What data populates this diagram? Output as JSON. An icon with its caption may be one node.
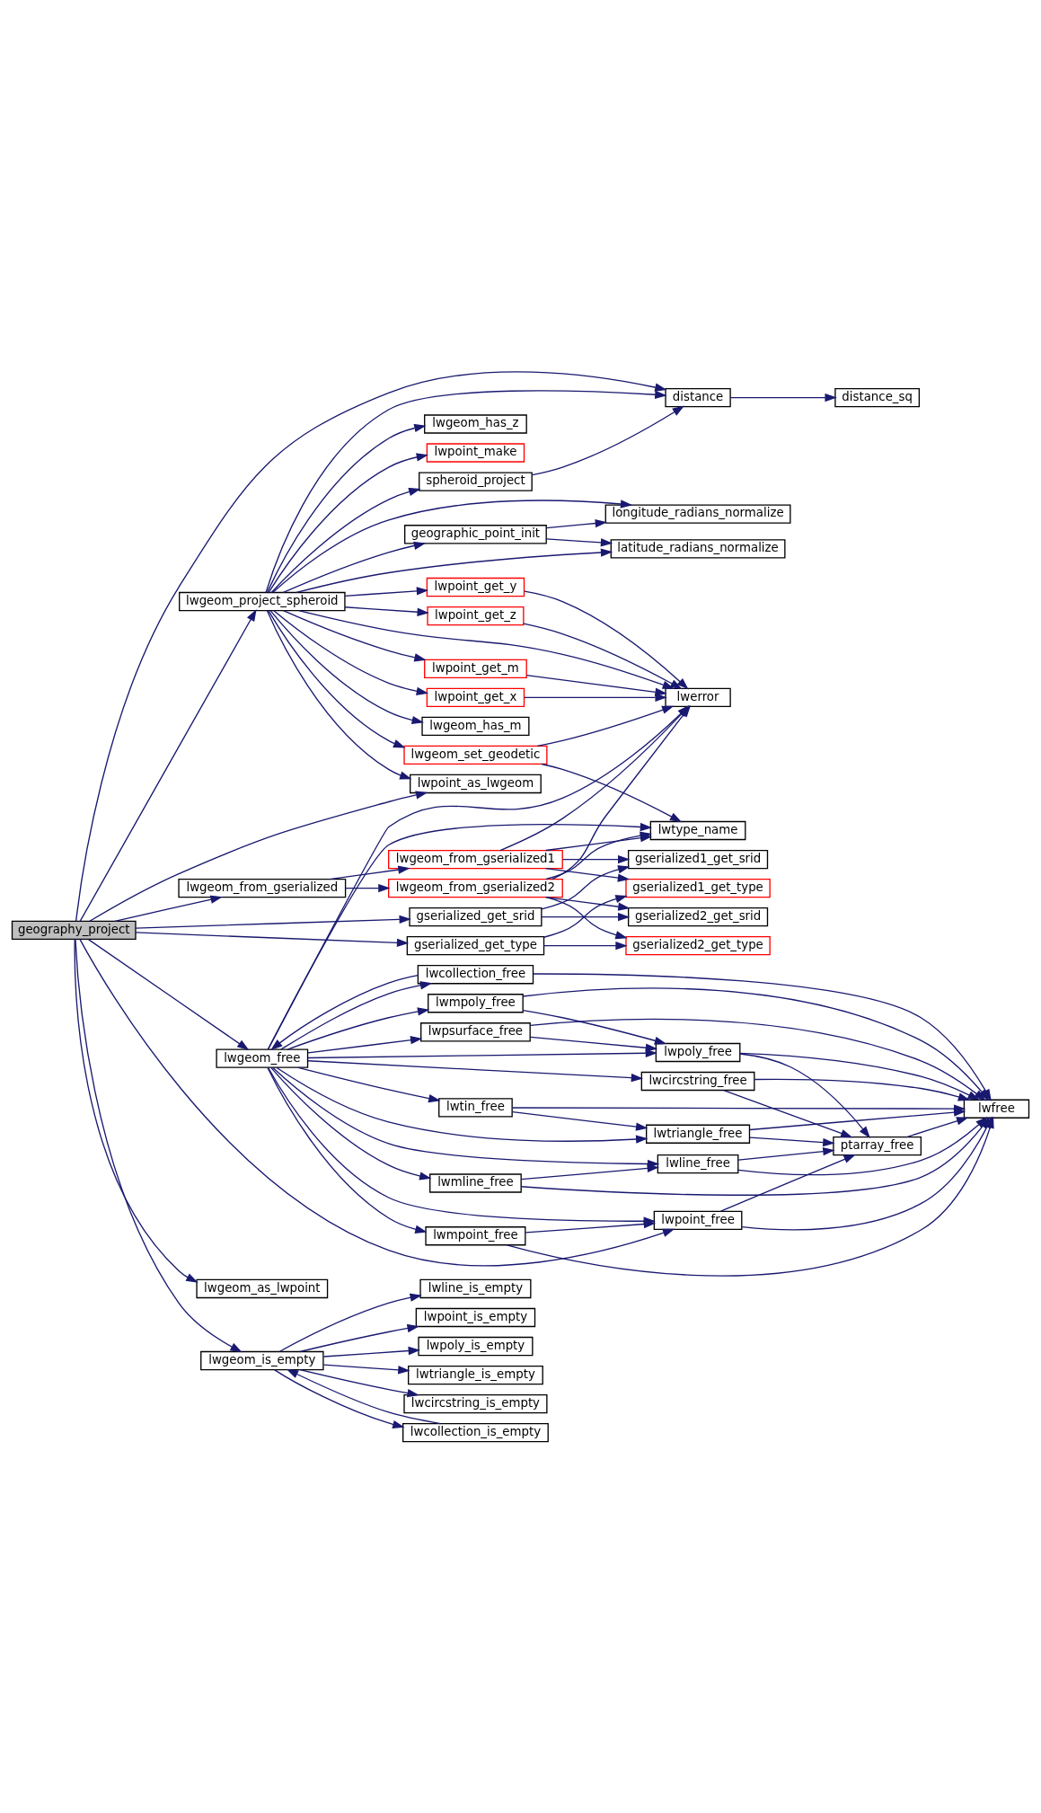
{
  "diagram": {
    "nodes": [
      {
        "text": [
          "geography_project"
        ]
      },
      {
        "text": [
          "lwgeom_project_spheroid"
        ]
      },
      {
        "text": [
          "lwgeom_from_gserialized"
        ]
      },
      {
        "text": [
          "lwgeom_free"
        ]
      },
      {
        "text": [
          "lwgeom_as_lwpoint"
        ]
      },
      {
        "text": [
          "lwgeom_is_empty"
        ]
      },
      {
        "text": [
          "geographic_point_init"
        ]
      },
      {
        "text": [
          "lwpoint_get_m"
        ]
      },
      {
        "text": [
          "lwpoint_get_x"
        ]
      },
      {
        "text": [
          "lwpoint_get_y"
        ]
      },
      {
        "text": [
          "lwgeom_has_m"
        ]
      },
      {
        "text": [
          "lwgeom_has_z"
        ]
      },
      {
        "text": [
          "lwpoint_make"
        ]
      },
      {
        "text": [
          "lwpoint_get_z"
        ]
      },
      {
        "text": [
          "spheroid_project"
        ]
      },
      {
        "text": [
          "lwgeom_set_geodetic"
        ]
      },
      {
        "text": [
          "lwpoint_as_lwgeom"
        ]
      },
      {
        "text": [
          "lwgeom_from_gserialized1"
        ]
      },
      {
        "text": [
          "lwgeom_from_gserialized2"
        ]
      },
      {
        "text": [
          "gserialized_get_srid"
        ]
      },
      {
        "text": [
          "gserialized_get_type"
        ]
      },
      {
        "text": [
          "lwmpoly_free"
        ]
      },
      {
        "text": [
          "lwpsurface_free"
        ]
      },
      {
        "text": [
          "lwmline_free"
        ]
      },
      {
        "text": [
          "lwtin_free"
        ]
      },
      {
        "text": [
          "lwmpoint_free"
        ]
      },
      {
        "text": [
          "lwcollection_free"
        ]
      },
      {
        "text": [
          "lwpoly_is_empty"
        ]
      },
      {
        "text": [
          "lwtriangle_is_empty"
        ]
      },
      {
        "text": [
          "lwcircstring_is_empty"
        ]
      },
      {
        "text": [
          "lwcollection_is_empty"
        ]
      },
      {
        "text": [
          "lwline_is_empty"
        ]
      },
      {
        "text": [
          "lwpoint_is_empty"
        ]
      },
      {
        "text": [
          "latitude_radians_normalize"
        ]
      },
      {
        "text": [
          "longitude_radians_normalize"
        ]
      },
      {
        "text": [
          "lwerror"
        ]
      },
      {
        "text": [
          "distance"
        ]
      },
      {
        "text": [
          "lwtype_name"
        ]
      },
      {
        "text": [
          "gserialized1_get_srid"
        ]
      },
      {
        "text": [
          "gserialized2_get_srid"
        ]
      },
      {
        "text": [
          "gserialized1_get_type"
        ]
      },
      {
        "text": [
          "gserialized2_get_type"
        ]
      },
      {
        "text": [
          "lwpoly_free"
        ]
      },
      {
        "text": [
          "lwline_free"
        ]
      },
      {
        "text": [
          "lwtriangle_free"
        ]
      },
      {
        "text": [
          "lwcircstring_free"
        ]
      },
      {
        "text": [
          "lwpoint_free"
        ]
      },
      {
        "text": [
          "distance_sq"
        ]
      },
      {
        "text": [
          "ptarray_free"
        ]
      },
      {
        "text": [
          "lwfree"
        ]
      }
    ],
    "edges": [
      {
        "from": 0,
        "to": 1,
        "arrow": "to"
      },
      {
        "from": 0,
        "to": 16,
        "arrow": "to"
      },
      {
        "from": 0,
        "to": 36,
        "arrow": "to"
      },
      {
        "from": 0,
        "to": 2,
        "arrow": "to"
      },
      {
        "from": 0,
        "to": 19,
        "arrow": "to"
      },
      {
        "from": 0,
        "to": 20,
        "arrow": "to"
      },
      {
        "from": 0,
        "to": 3,
        "arrow": "to"
      },
      {
        "from": 0,
        "to": 46,
        "arrow": "to"
      },
      {
        "from": 0,
        "to": 4,
        "arrow": "to"
      },
      {
        "from": 0,
        "to": 5,
        "arrow": "to"
      },
      {
        "from": 1,
        "to": 33,
        "arrow": "to"
      },
      {
        "from": 1,
        "to": 6,
        "arrow": "to"
      },
      {
        "from": 1,
        "to": 34,
        "arrow": "to"
      },
      {
        "from": 1,
        "to": 7,
        "arrow": "to"
      },
      {
        "from": 1,
        "to": 8,
        "arrow": "to"
      },
      {
        "from": 1,
        "to": 9,
        "arrow": "to"
      },
      {
        "from": 1,
        "to": 10,
        "arrow": "to"
      },
      {
        "from": 1,
        "to": 11,
        "arrow": "to"
      },
      {
        "from": 1,
        "to": 12,
        "arrow": "to"
      },
      {
        "from": 1,
        "to": 13,
        "arrow": "to"
      },
      {
        "from": 1,
        "to": 35,
        "arrow": "to"
      },
      {
        "from": 1,
        "to": 14,
        "arrow": "to"
      },
      {
        "from": 1,
        "to": 15,
        "arrow": "to"
      },
      {
        "from": 1,
        "to": 36,
        "arrow": "to"
      },
      {
        "from": 1,
        "to": 16,
        "arrow": "to"
      },
      {
        "from": 6,
        "to": 33,
        "arrow": "to"
      },
      {
        "from": 6,
        "to": 34,
        "arrow": "to"
      },
      {
        "from": 7,
        "to": 35,
        "arrow": "to"
      },
      {
        "from": 8,
        "to": 35,
        "arrow": "to"
      },
      {
        "from": 9,
        "to": 35,
        "arrow": "to"
      },
      {
        "from": 13,
        "to": 35,
        "arrow": "to"
      },
      {
        "from": 14,
        "to": 36,
        "arrow": "to"
      },
      {
        "from": 15,
        "to": 35,
        "arrow": "to"
      },
      {
        "from": 15,
        "to": 37,
        "arrow": "to"
      },
      {
        "from": 36,
        "to": 47,
        "arrow": "to"
      },
      {
        "from": 2,
        "to": 17,
        "arrow": "to"
      },
      {
        "from": 2,
        "to": 18,
        "arrow": "to"
      },
      {
        "from": 17,
        "to": 35,
        "arrow": "to"
      },
      {
        "from": 17,
        "to": 37,
        "arrow": "to"
      },
      {
        "from": 17,
        "to": 38,
        "arrow": "to"
      },
      {
        "from": 17,
        "to": 40,
        "arrow": "to"
      },
      {
        "from": 18,
        "to": 35,
        "arrow": "to"
      },
      {
        "from": 18,
        "to": 37,
        "arrow": "to"
      },
      {
        "from": 18,
        "to": 39,
        "arrow": "to"
      },
      {
        "from": 18,
        "to": 41,
        "arrow": "to"
      },
      {
        "from": 19,
        "to": 38,
        "arrow": "to"
      },
      {
        "from": 19,
        "to": 39,
        "arrow": "to"
      },
      {
        "from": 20,
        "to": 40,
        "arrow": "to"
      },
      {
        "from": 20,
        "to": 41,
        "arrow": "to"
      },
      {
        "from": 3,
        "to": 35,
        "arrow": "to"
      },
      {
        "from": 3,
        "to": 37,
        "arrow": "to"
      },
      {
        "from": 3,
        "to": 21,
        "arrow": "to"
      },
      {
        "from": 3,
        "to": 22,
        "arrow": "to"
      },
      {
        "from": 3,
        "to": 42,
        "arrow": "to"
      },
      {
        "from": 3,
        "to": 23,
        "arrow": "to"
      },
      {
        "from": 3,
        "to": 43,
        "arrow": "to"
      },
      {
        "from": 3,
        "to": 24,
        "arrow": "to"
      },
      {
        "from": 3,
        "to": 44,
        "arrow": "to"
      },
      {
        "from": 3,
        "to": 45,
        "arrow": "to"
      },
      {
        "from": 3,
        "to": 25,
        "arrow": "to"
      },
      {
        "from": 3,
        "to": 26,
        "arrow": "to"
      },
      {
        "from": 3,
        "to": 46,
        "arrow": "to"
      },
      {
        "from": 26,
        "to": 3,
        "arrow": "to"
      },
      {
        "from": 21,
        "to": 42,
        "arrow": "to"
      },
      {
        "from": 21,
        "to": 49,
        "arrow": "to"
      },
      {
        "from": 22,
        "to": 42,
        "arrow": "to"
      },
      {
        "from": 22,
        "to": 49,
        "arrow": "to"
      },
      {
        "from": 23,
        "to": 43,
        "arrow": "to"
      },
      {
        "from": 23,
        "to": 49,
        "arrow": "to"
      },
      {
        "from": 24,
        "to": 44,
        "arrow": "to"
      },
      {
        "from": 24,
        "to": 49,
        "arrow": "to"
      },
      {
        "from": 25,
        "to": 46,
        "arrow": "to"
      },
      {
        "from": 25,
        "to": 49,
        "arrow": "to"
      },
      {
        "from": 26,
        "to": 49,
        "arrow": "to"
      },
      {
        "from": 42,
        "to": 48,
        "arrow": "to"
      },
      {
        "from": 42,
        "to": 49,
        "arrow": "to"
      },
      {
        "from": 43,
        "to": 48,
        "arrow": "to"
      },
      {
        "from": 43,
        "to": 49,
        "arrow": "to"
      },
      {
        "from": 44,
        "to": 48,
        "arrow": "to"
      },
      {
        "from": 44,
        "to": 49,
        "arrow": "to"
      },
      {
        "from": 45,
        "to": 48,
        "arrow": "to"
      },
      {
        "from": 45,
        "to": 49,
        "arrow": "to"
      },
      {
        "from": 46,
        "to": 48,
        "arrow": "to"
      },
      {
        "from": 46,
        "to": 49,
        "arrow": "to"
      },
      {
        "from": 48,
        "to": 49,
        "arrow": "to"
      },
      {
        "from": 5,
        "to": 27,
        "arrow": "to"
      },
      {
        "from": 5,
        "to": 28,
        "arrow": "to"
      },
      {
        "from": 5,
        "to": 29,
        "arrow": "to"
      },
      {
        "from": 5,
        "to": 30,
        "arrow": "to"
      },
      {
        "from": 5,
        "to": 31,
        "arrow": "to"
      },
      {
        "from": 5,
        "to": 32,
        "arrow": "to"
      },
      {
        "from": 30,
        "to": 5,
        "arrow": "to"
      }
    ]
  }
}
